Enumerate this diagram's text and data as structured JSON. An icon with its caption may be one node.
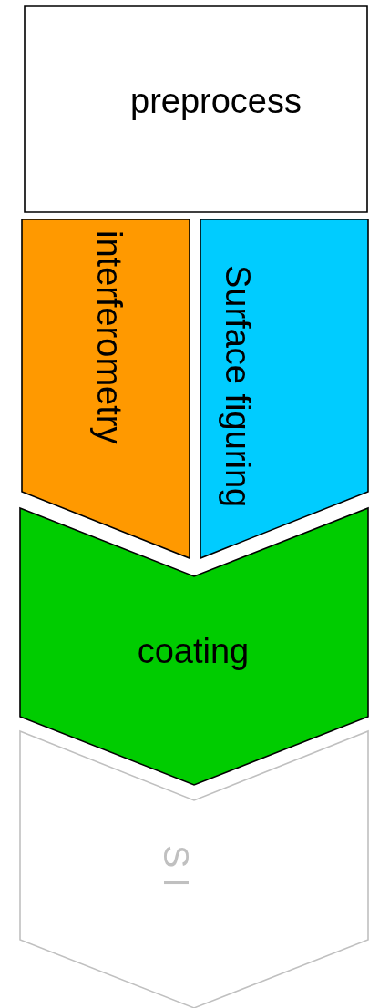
{
  "diagram": {
    "nodes": [
      {
        "text": [
          "preprocess"
        ]
      },
      {
        "text": [
          "interferometry"
        ]
      },
      {
        "text": [
          "Surface figuring"
        ]
      },
      {
        "text": [
          "coating"
        ]
      },
      {
        "text": [
          "S I"
        ]
      }
    ],
    "edges": []
  }
}
